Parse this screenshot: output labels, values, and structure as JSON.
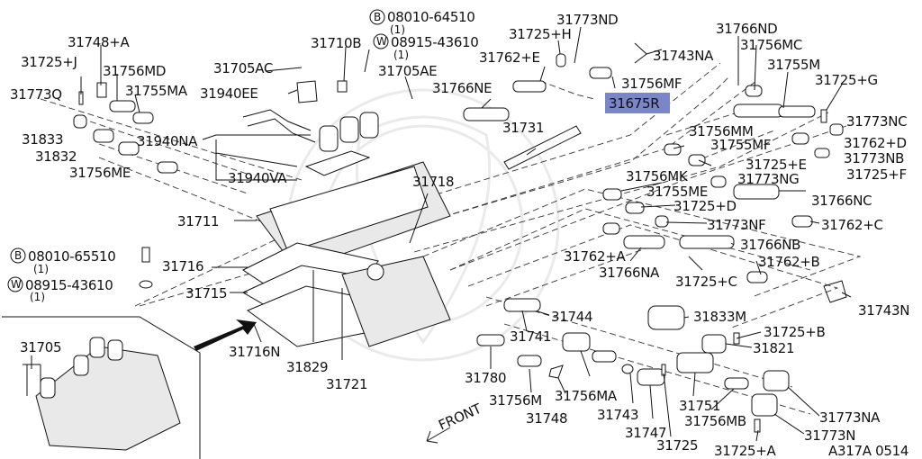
{
  "diagram_code": "A317A 0514",
  "front_label": "FRONT",
  "highlight_color": "#7b86c9",
  "labels": {
    "p31705": "31705",
    "p31705AC": "31705AC",
    "p31705AE": "31705AE",
    "p31710B": "31710B",
    "p31711": "31711",
    "p31715": "31715",
    "p31716": "31716",
    "p31716N": "31716N",
    "p31718": "31718",
    "p31721": "31721",
    "p31725": "31725",
    "p31725A": "31725+A",
    "p31725B": "31725+B",
    "p31725C": "31725+C",
    "p31725D": "31725+D",
    "p31725E": "31725+E",
    "p31725F": "31725+F",
    "p31725G": "31725+G",
    "p31725H": "31725+H",
    "p31725J": "31725+J",
    "p31731": "31731",
    "p31741": "31741",
    "p31743": "31743",
    "p31743N": "31743N",
    "p31743NA": "31743NA",
    "p31744": "31744",
    "p31747": "31747",
    "p31748": "31748",
    "p31748A": "31748+A",
    "p31751": "31751",
    "p31755M": "31755M",
    "p31755MA": "31755MA",
    "p31755ME": "31755ME",
    "p31755MF": "31755MF",
    "p31756M": "31756M",
    "p31756MA": "31756MA",
    "p31756MB": "31756MB",
    "p31756MC": "31756MC",
    "p31756MD": "31756MD",
    "p31756ME": "31756ME",
    "p31756MF": "31756MF",
    "p31756MK": "31756MK",
    "p31756MM": "31756MM",
    "p31762A": "31762+A",
    "p31762B": "31762+B",
    "p31762C": "31762+C",
    "p31762D": "31762+D",
    "p31762E": "31762+E",
    "p31766NA": "31766NA",
    "p31766NB": "31766NB",
    "p31766NC": "31766NC",
    "p31766ND": "31766ND",
    "p31766NE": "31766NE",
    "p31773N": "31773N",
    "p31773NA": "31773NA",
    "p31773NB": "31773NB",
    "p31773NC": "31773NC",
    "p31773ND": "31773ND",
    "p31773NF": "31773NF",
    "p31773NG": "31773NG",
    "p31773Q": "31773Q",
    "p31780": "31780",
    "p31821": "31821",
    "p31829": "31829",
    "p31832": "31832",
    "p31833": "31833",
    "p31833M": "31833M",
    "p31675R": "31675R",
    "p31940EE": "31940EE",
    "p31940NA": "31940NA",
    "p31940VA": "31940VA",
    "bolt1": "08010-64510",
    "bolt1_qty": "(1)",
    "bolt1_mark": "B",
    "washer1": "08915-43610",
    "washer1_qty": "(1)",
    "washer1_mark": "W",
    "bolt2": "08010-65510",
    "bolt2_qty": "(1)",
    "bolt2_mark": "B",
    "washer2": "08915-43610",
    "washer2_qty": "(1)",
    "washer2_mark": "W"
  }
}
